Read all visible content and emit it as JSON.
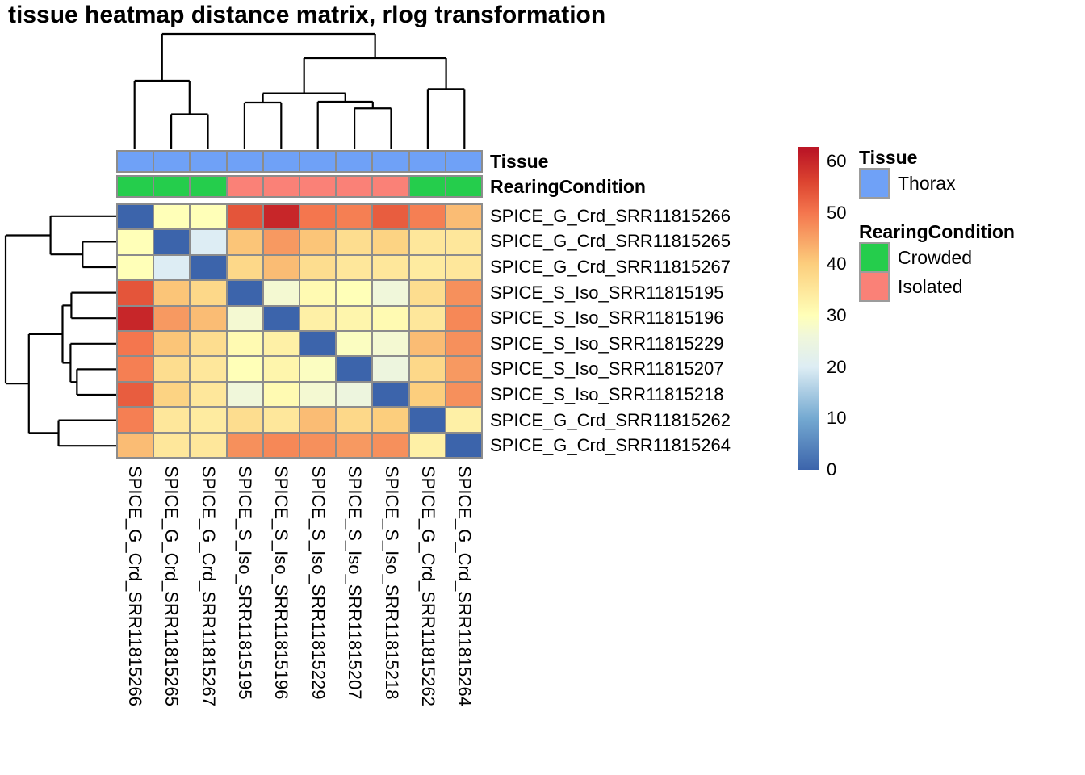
{
  "title": "tissue heatmap distance matrix, rlog transformation",
  "chart_data": {
    "type": "heatmap",
    "title": "tissue heatmap distance matrix, rlog transformation",
    "samples": [
      "SPICE_G_Crd_SRR11815266",
      "SPICE_G_Crd_SRR11815265",
      "SPICE_G_Crd_SRR11815267",
      "SPICE_S_Iso_SRR11815195",
      "SPICE_S_Iso_SRR11815196",
      "SPICE_S_Iso_SRR11815229",
      "SPICE_S_Iso_SRR11815207",
      "SPICE_S_Iso_SRR11815218",
      "SPICE_G_Crd_SRR11815262",
      "SPICE_G_Crd_SRR11815264"
    ],
    "matrix": [
      [
        0,
        30,
        30,
        54,
        60,
        50,
        49,
        53,
        49,
        42
      ],
      [
        30,
        0,
        20,
        41,
        46,
        41,
        37,
        39,
        35,
        35
      ],
      [
        30,
        20,
        0,
        38,
        42,
        37,
        35,
        35,
        34,
        35
      ],
      [
        54,
        41,
        38,
        0,
        27,
        31,
        30,
        26,
        37,
        47
      ],
      [
        60,
        46,
        42,
        27,
        0,
        33,
        32,
        31,
        35,
        48
      ],
      [
        50,
        41,
        37,
        31,
        33,
        0,
        29,
        27,
        42,
        47
      ],
      [
        49,
        37,
        35,
        30,
        32,
        29,
        0,
        25,
        38,
        46
      ],
      [
        53,
        39,
        35,
        26,
        31,
        27,
        25,
        0,
        40,
        47
      ],
      [
        49,
        35,
        34,
        37,
        35,
        42,
        38,
        40,
        0,
        33
      ],
      [
        42,
        35,
        35,
        47,
        48,
        47,
        46,
        47,
        33,
        0
      ]
    ],
    "colorbar": {
      "ticks": [
        60,
        50,
        40,
        30,
        20,
        10,
        0
      ],
      "stops": [
        {
          "v": 0,
          "c": "#3C64AB"
        },
        {
          "v": 10,
          "c": "#74A9D1"
        },
        {
          "v": 20,
          "c": "#DDEDF4"
        },
        {
          "v": 26,
          "c": "#F0F7DA"
        },
        {
          "v": 30,
          "c": "#FFFFB8"
        },
        {
          "v": 40,
          "c": "#FCCE7D"
        },
        {
          "v": 50,
          "c": "#F4764E"
        },
        {
          "v": 56,
          "c": "#DC4430"
        },
        {
          "v": 62,
          "c": "#BC1726"
        }
      ]
    },
    "annotations": [
      {
        "key": "tissue",
        "label": "Tissue",
        "values": [
          "Thorax",
          "Thorax",
          "Thorax",
          "Thorax",
          "Thorax",
          "Thorax",
          "Thorax",
          "Thorax",
          "Thorax",
          "Thorax"
        ]
      },
      {
        "key": "rearing",
        "label": "RearingCondition",
        "values": [
          "Crowded",
          "Crowded",
          "Crowded",
          "Isolated",
          "Isolated",
          "Isolated",
          "Isolated",
          "Isolated",
          "Crowded",
          "Crowded"
        ]
      }
    ],
    "annotation_colors": {
      "Thorax": "#6FA1F7",
      "Crowded": "#25CD4C",
      "Isolated": "#FA8177"
    },
    "legend": {
      "groups": [
        {
          "title": "Tissue",
          "items": [
            {
              "label": "Thorax",
              "color": "#6FA1F7"
            }
          ]
        },
        {
          "title": "RearingCondition",
          "items": [
            {
              "label": "Crowded",
              "color": "#25CD4C"
            },
            {
              "label": "Isolated",
              "color": "#FA8177"
            }
          ]
        }
      ]
    },
    "dendrogram": {
      "merges": [
        {
          "id": "m0",
          "a": 1,
          "b": 2,
          "h": 42
        },
        {
          "id": "m1",
          "a": 0,
          "b": "m0",
          "h": 82
        },
        {
          "id": "m2",
          "a": 3,
          "b": 4,
          "h": 56
        },
        {
          "id": "m3",
          "a": 6,
          "b": 7,
          "h": 49
        },
        {
          "id": "m4",
          "a": 5,
          "b": "m3",
          "h": 57
        },
        {
          "id": "m5",
          "a": "m2",
          "b": "m4",
          "h": 67
        },
        {
          "id": "m6",
          "a": 8,
          "b": 9,
          "h": 72
        },
        {
          "id": "m7",
          "a": "m5",
          "b": "m6",
          "h": 109
        },
        {
          "id": "m8",
          "a": "m1",
          "b": "m7",
          "h": 138
        }
      ]
    },
    "grid_color": "#8C8C8C",
    "dendrogram_color": "#000000",
    "background": "#FFFFFF"
  }
}
